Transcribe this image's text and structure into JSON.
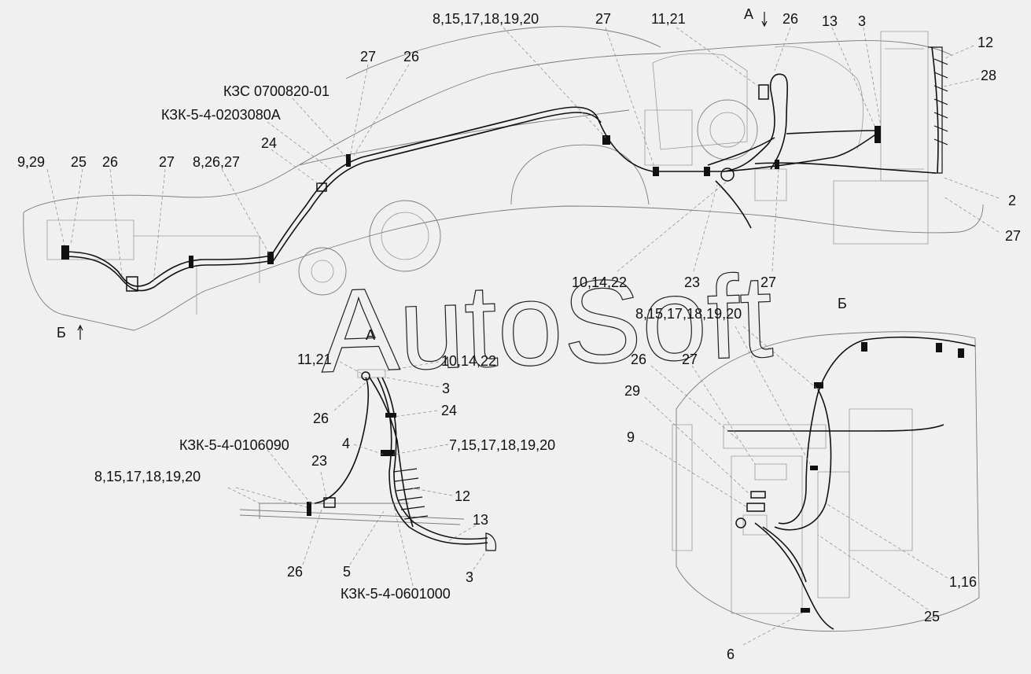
{
  "watermark": "AutoSoft",
  "view_labels": {
    "a_top": "А",
    "b_left": "Б",
    "a_view": "А",
    "b_view": "Б"
  },
  "labels": {
    "l_9_29": "9,29",
    "l_25_left": "25",
    "l_26_left": "26",
    "l_27_left": "27",
    "l_8_26_27": "8,26,27",
    "l_24_top": "24",
    "l_kzk_203": "КЗК-5-4-0203080А",
    "l_kzs": "КЗС 0700820-01",
    "l_27_a": "27",
    "l_26_a": "26",
    "l_8_15_top": "8,15,17,18,19,20",
    "l_27_b": "27",
    "l_11_21_top": "11,21",
    "l_26_b": "26",
    "l_13_top": "13",
    "l_3_top": "3",
    "l_12_top": "12",
    "l_28": "28",
    "l_2": "2",
    "l_27_right": "27",
    "l_10_14_22_top": "10,14,22",
    "l_23_top": "23",
    "l_27_c": "27",
    "a_11_21": "11,21",
    "a_10_14_22": "10,14,22",
    "a_3": "3",
    "a_26": "26",
    "a_24": "24",
    "a_4": "4",
    "a_7_15": "7,15,17,18,19,20",
    "a_kzk_106": "КЗК-5-4-0106090",
    "a_23": "23",
    "a_8_15": "8,15,17,18,19,20",
    "a_12": "12",
    "a_13": "13",
    "a_3b": "3",
    "a_26b": "26",
    "a_5": "5",
    "a_kzk_601": "КЗК-5-4-0601000",
    "b_8_15": "8,15,17,18,19,20",
    "b_26": "26",
    "b_27": "27",
    "b_29": "29",
    "b_9": "9",
    "b_1_16": "1,16",
    "b_25": "25",
    "b_6": "6"
  }
}
